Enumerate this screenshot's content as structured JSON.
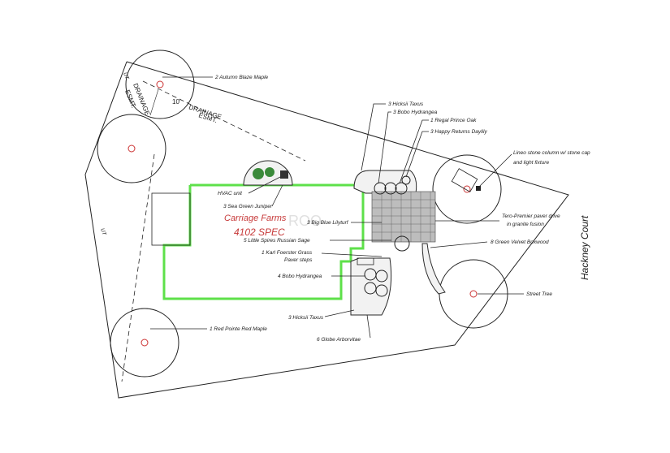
{
  "title": {
    "line1": "Carriage Farms",
    "line2": "4102 SPEC"
  },
  "street_name": "Hackney Court",
  "easement": {
    "drainage1": "DRAINAGE",
    "esmt1": "ESMT.",
    "drainage2": "DRAINAGE",
    "esmt2": "ESMT.",
    "dimension": "10'"
  },
  "utility_marks": [
    "UT",
    "UT"
  ],
  "watermark": "ROO",
  "labels": {
    "autumn_blaze": "2 Autumn Blaze Maple",
    "hicksii_taxus_top": "3 Hicksii Taxus",
    "bobo_hydrangea_top": "3 Bobo Hydrangea",
    "regal_prince": "1 Regal Prince Oak",
    "happy_returns": "3 Happy Returns Daylily",
    "lineo": "Lineo stone column w/ stone cap",
    "lineo2": "and light fixture",
    "hvac": "HVAC unit",
    "sea_green": "3 Sea Green Juniper",
    "big_blue": "3 Big Blue Lilyturf",
    "little_spires": "5 Little Spires Russian Sage",
    "tero": "Tero-Premier paver drive",
    "tero2": "in granite fusion",
    "green_velvet": "8 Green Velvet Boxwood",
    "karl_foerster": "1 Karl Foerster Grass",
    "paver_steps": "Paver steps",
    "bobo_hydrangea_side": "4 Bobo Hydrangea",
    "street_tree": "Street Tree",
    "hicksii_taxus_bottom": "3 Hicksii Taxus",
    "red_pointe": "1 Red Pointe Red Maple",
    "globe_arborvitae": "6 Globe Arborvitae"
  },
  "colors": {
    "house_outline": "#5ee04a",
    "title_red": "#c73a3a",
    "tree_center": "#cc3333"
  }
}
